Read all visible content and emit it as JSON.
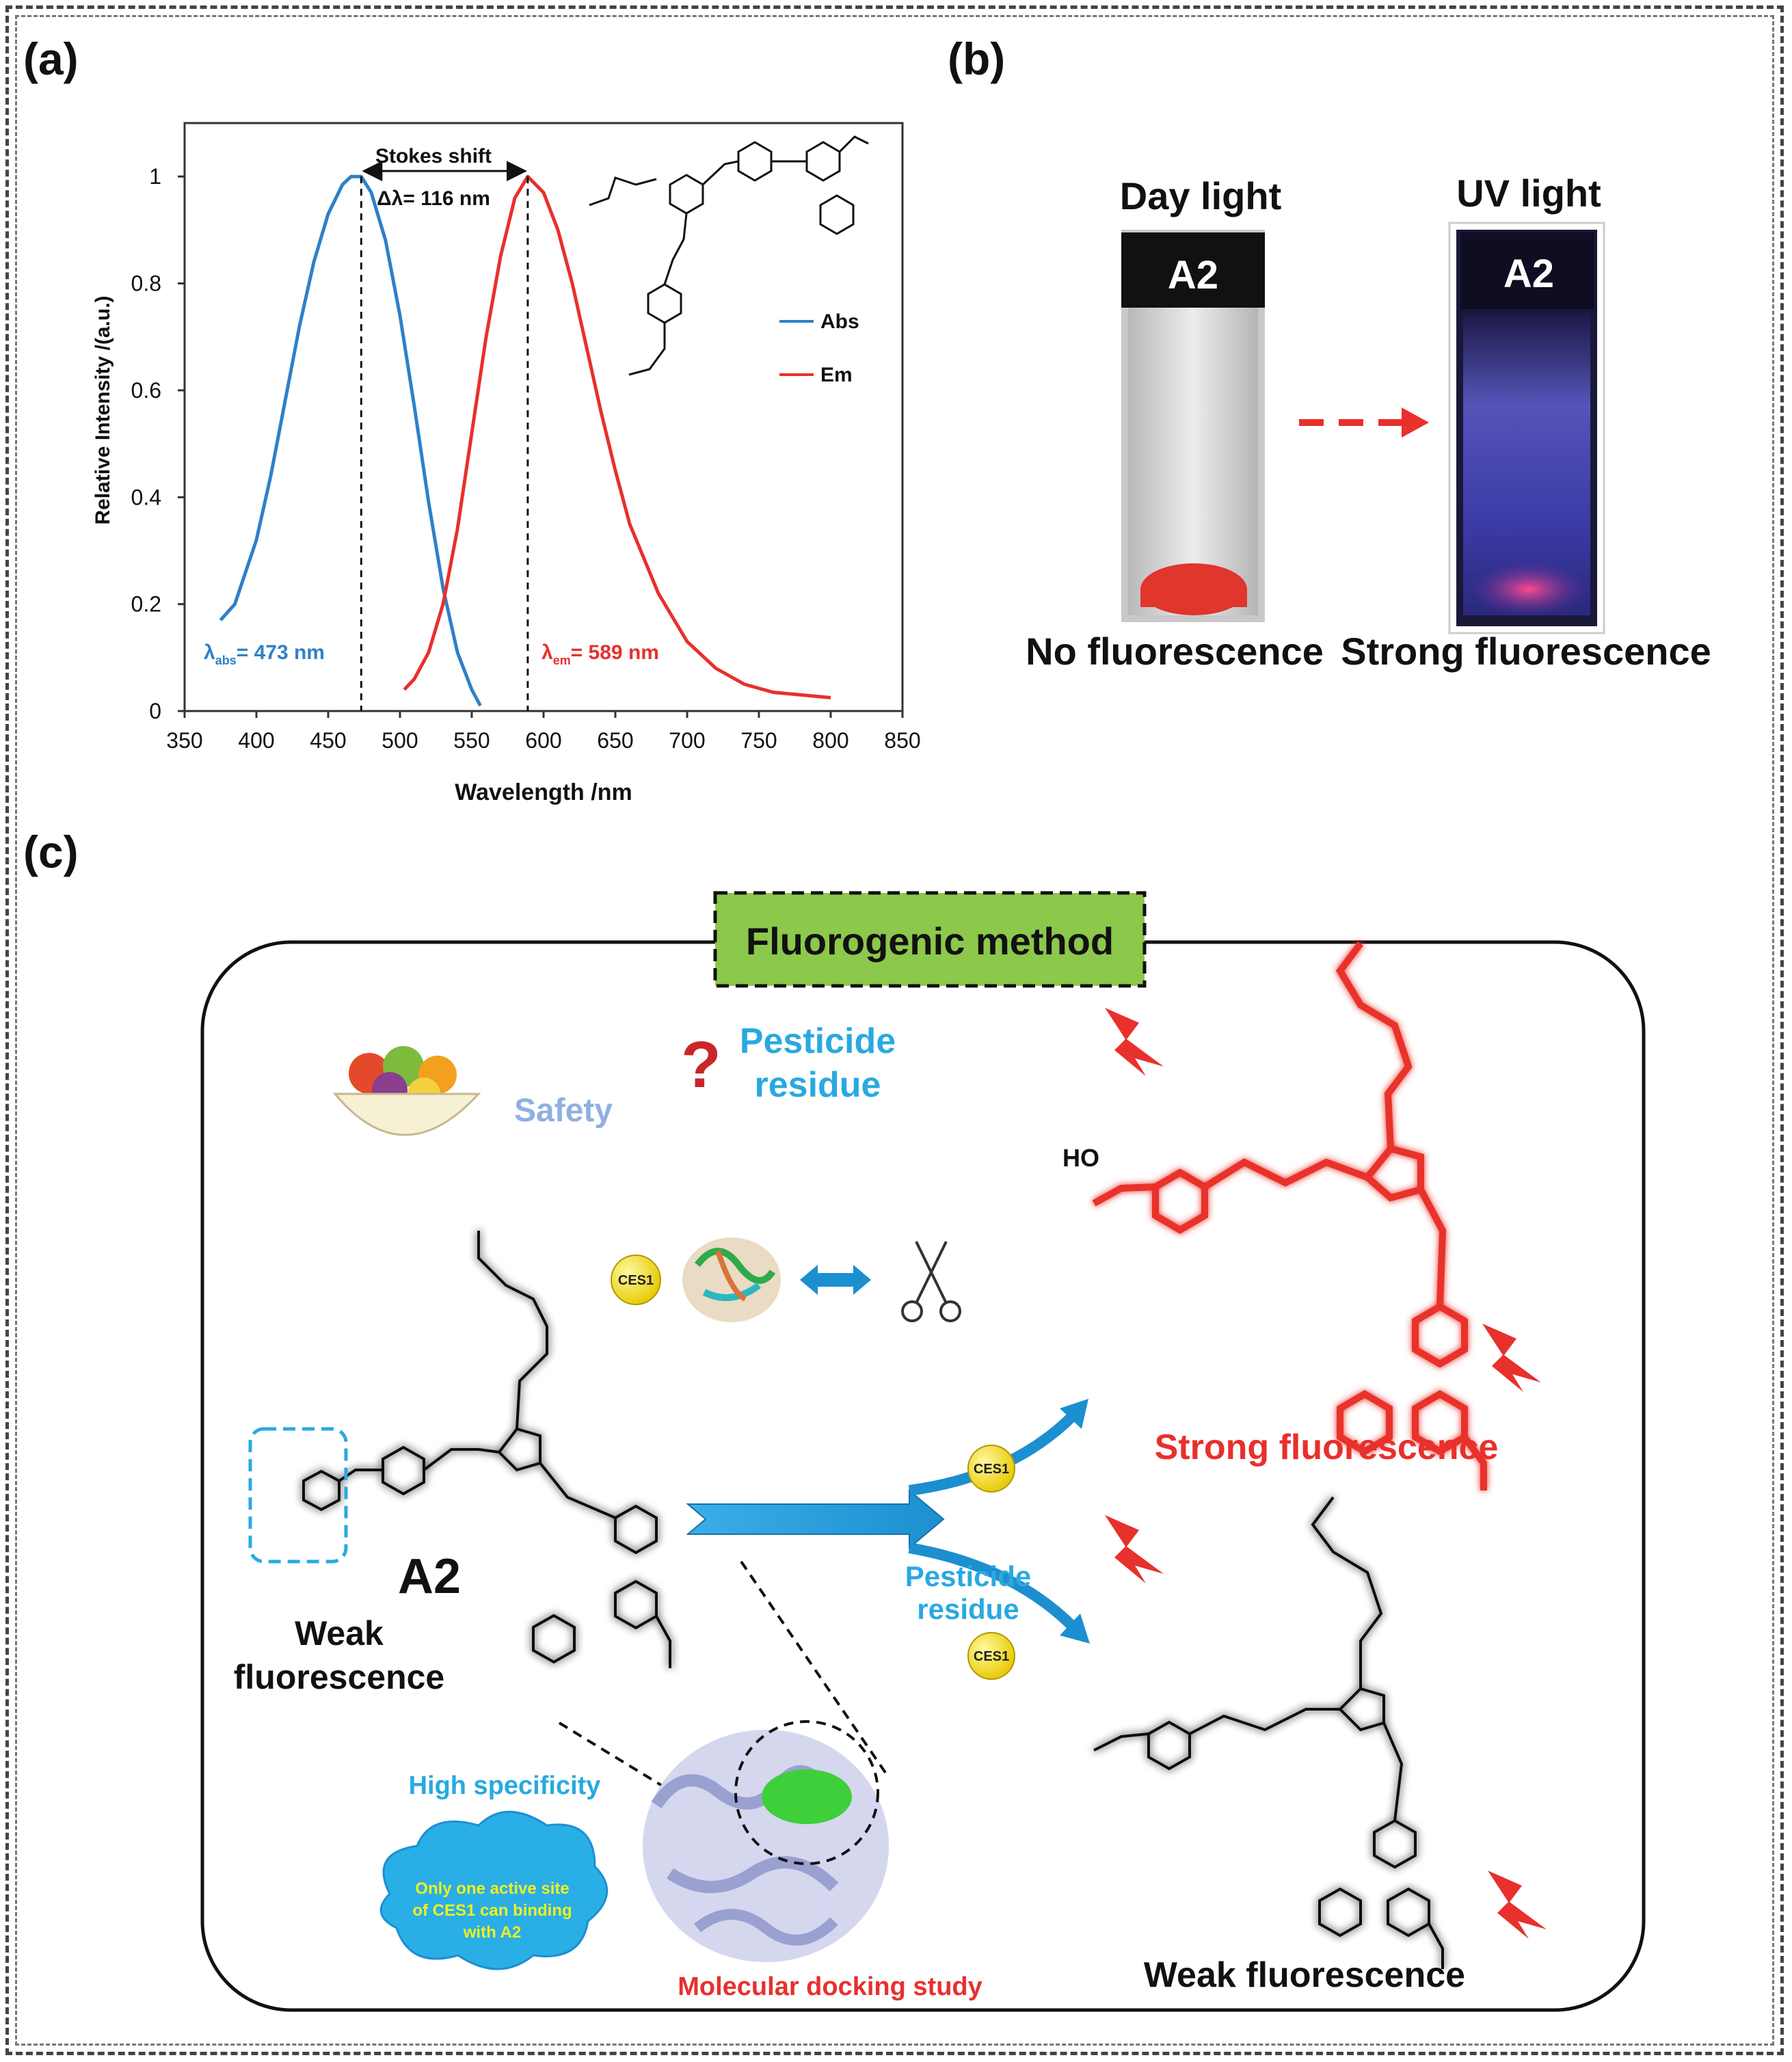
{
  "panels": {
    "a_label": "(a)",
    "b_label": "(b)",
    "c_label": "(c)"
  },
  "chart_data": {
    "type": "line",
    "xlabel": "Wavelength /nm",
    "ylabel": "Relative Intensity /(a.u.)",
    "xlim": [
      350,
      850
    ],
    "ylim": [
      0,
      1.1
    ],
    "x_ticks": [
      "350",
      "400",
      "450",
      "500",
      "550",
      "600",
      "650",
      "700",
      "750",
      "800",
      "850"
    ],
    "y_ticks": [
      "0",
      "0.2",
      "0.4",
      "0.6",
      "0.8",
      "1"
    ],
    "legend_position": "right",
    "series": [
      {
        "name": "Abs",
        "color": "#2f80c8",
        "x": [
          375,
          385,
          400,
          410,
          420,
          430,
          440,
          450,
          460,
          466,
          473,
          480,
          490,
          500,
          510,
          520,
          530,
          540,
          550,
          556
        ],
        "y": [
          0.17,
          0.2,
          0.32,
          0.44,
          0.58,
          0.72,
          0.84,
          0.93,
          0.985,
          1.0,
          1.0,
          0.97,
          0.88,
          0.74,
          0.57,
          0.39,
          0.23,
          0.11,
          0.04,
          0.01
        ]
      },
      {
        "name": "Em",
        "color": "#e8302c",
        "x": [
          503,
          510,
          520,
          530,
          540,
          550,
          560,
          570,
          580,
          589,
          600,
          610,
          620,
          630,
          640,
          650,
          660,
          680,
          700,
          720,
          740,
          760,
          780,
          800
        ],
        "y": [
          0.04,
          0.06,
          0.11,
          0.2,
          0.34,
          0.52,
          0.7,
          0.85,
          0.96,
          1.0,
          0.97,
          0.9,
          0.8,
          0.68,
          0.56,
          0.45,
          0.35,
          0.22,
          0.13,
          0.08,
          0.05,
          0.035,
          0.03,
          0.025
        ]
      }
    ],
    "annotations": {
      "stokes_title": "Stokes shift",
      "stokes_delta": "Δλ= 116 nm",
      "abs_marker": 473,
      "em_marker": 589,
      "abs_label_sym": "λ",
      "abs_label_sub": "abs",
      "abs_label_val": "= 473 nm",
      "em_label_sym": "λ",
      "em_label_sub": "em",
      "em_label_val": "= 589 nm"
    }
  },
  "panel_b": {
    "day_title": "Day light",
    "uv_title": "UV light",
    "vial_label": "A2",
    "day_caption": "No fluorescence",
    "uv_caption": "Strong fluorescence"
  },
  "panel_c": {
    "method_title": "Fluorogenic method",
    "safety": "Safety",
    "question_mark": "?",
    "pesticide_line1": "Pesticide",
    "pesticide_line2": "residue",
    "enzyme": "CES1",
    "compound": "A2",
    "weak_line1": "Weak",
    "weak_line2": "fluorescence",
    "strong_label": "Strong  fluorescence",
    "weak_label": "Weak fluorescence",
    "pesticide_mid_line1": "Pesticide",
    "pesticide_mid_line2": "residue",
    "specificity": "High specificity",
    "cloud_line1": "Only one active site",
    "cloud_line2": "of CES1 can binding",
    "cloud_line3": "with A2",
    "docking": "Molecular docking study",
    "acid_group": "HO"
  },
  "colors": {
    "abs": "#2f80c8",
    "em": "#e8302c",
    "method_box": "#8cc84b",
    "cyan_text": "#29a9e0",
    "red_text": "#e8302c",
    "glow_red": "#e8302c",
    "cloud": "#29aee6",
    "cloud_text": "#f0f020",
    "protein": "#aab0dc"
  }
}
